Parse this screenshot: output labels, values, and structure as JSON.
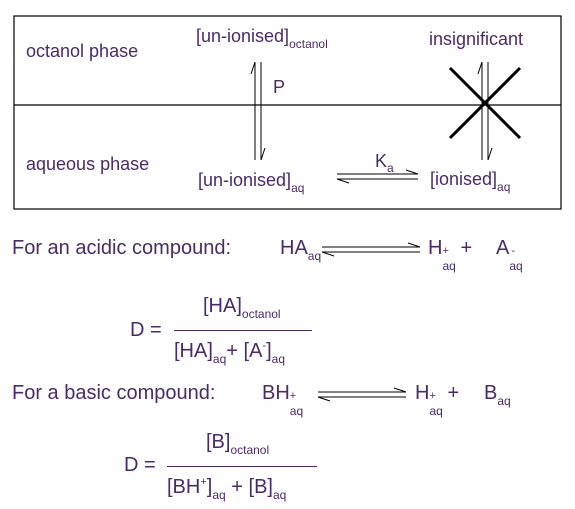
{
  "diagram": {
    "octanol_phase_label": "octanol phase",
    "aqueous_phase_label": "aqueous phase",
    "unionised_octanol": {
      "main": "[un-ionised]",
      "sub": "octanol"
    },
    "unionised_aq": {
      "main": "[un-ionised]",
      "sub": "aq"
    },
    "ionised_aq": {
      "main": "[ionised]",
      "sub": "aq"
    },
    "insignificant_label": "insignificant",
    "partition_label": "P",
    "ka": {
      "main": "K",
      "sub": "a"
    }
  },
  "acidic": {
    "label": "For an acidic compound:",
    "reactant": {
      "main": "HA",
      "sub": "aq"
    },
    "product1": {
      "main": "H",
      "sup": "+",
      "sub": "aq"
    },
    "plus": "+",
    "product2": {
      "main": "A",
      "sup": "-",
      "sub": "aq"
    },
    "D_label": "D =",
    "numerator": {
      "main": "[HA]",
      "sub": "octanol"
    },
    "denominator": {
      "t1": {
        "main": "[HA]",
        "sub": "aq"
      },
      "plus": "+",
      "t2": {
        "main": "[A",
        "sup": "-",
        "close": "]",
        "sub": "aq"
      }
    }
  },
  "basic": {
    "label": "For a basic compound:",
    "reactant": {
      "main": "BH",
      "sup": "+",
      "sub": "aq"
    },
    "product1": {
      "main": "H",
      "sup": "+",
      "sub": "aq"
    },
    "plus": "+",
    "product2": {
      "main": "B",
      "sub": "aq"
    },
    "D_label": "D =",
    "numerator": {
      "main": "[B]",
      "sub": "octanol"
    },
    "denominator": {
      "t1": {
        "main": "[BH",
        "sup": "+",
        "close": "]",
        "sub": "aq"
      },
      "plus": "+",
      "t2": {
        "main": "[B]",
        "sub": "aq"
      }
    }
  }
}
